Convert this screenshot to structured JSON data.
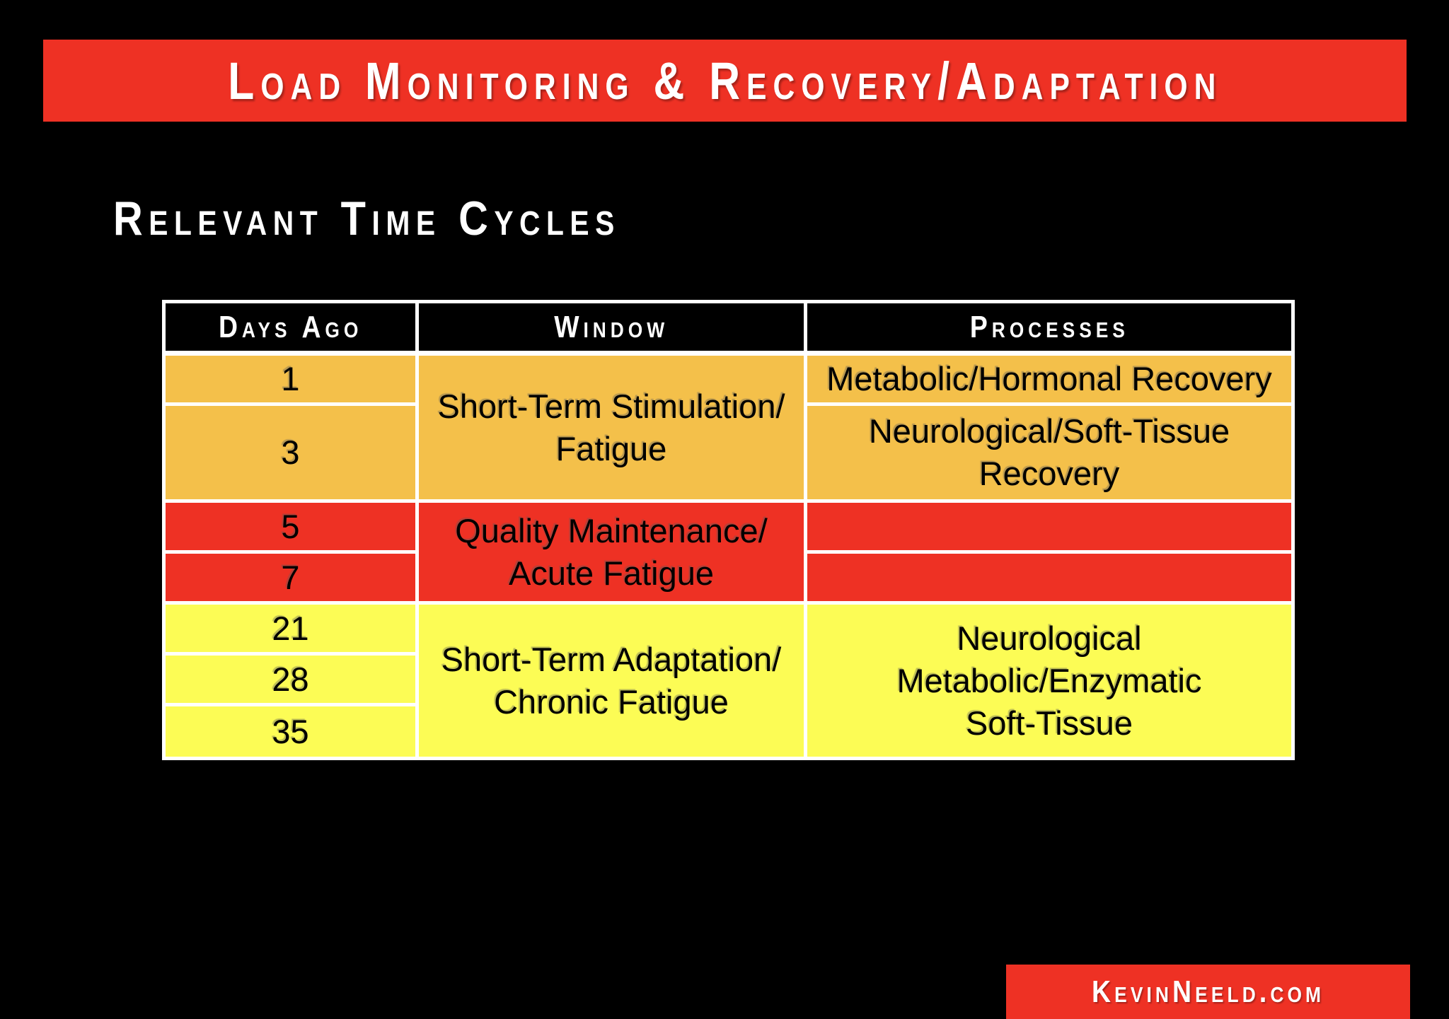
{
  "slide": {
    "title": "Load Monitoring & Recovery/Adaptation",
    "subtitle": "Relevant Time Cycles",
    "footer_site": "KevinNeeld.com",
    "colors": {
      "background": "#000000",
      "accent_red": "#EE3124",
      "orange_row": "#F4C04A",
      "red_row": "#EE3124",
      "yellow_row": "#FCFC55",
      "header_row_bg": "#000000",
      "table_border": "#FFFFFF"
    }
  },
  "table": {
    "headers": [
      "Days Ago",
      "Window",
      "Processes"
    ],
    "sections": [
      {
        "name": "short-term-stimulation",
        "color": "#F4C04A",
        "days": [
          "1",
          "3"
        ],
        "window_lines": [
          "Short-Term Stimulation/",
          "Fatigue"
        ],
        "process_lines_by_row": [
          [
            "Metabolic/Hormonal Recovery"
          ],
          [
            "Neurological/Soft-Tissue",
            "Recovery"
          ]
        ]
      },
      {
        "name": "quality-maintenance",
        "color": "#EE3124",
        "days": [
          "5",
          "7"
        ],
        "window_lines": [
          "Quality Maintenance/",
          "Acute Fatigue"
        ],
        "process_lines_by_row": [
          [],
          []
        ]
      },
      {
        "name": "short-term-adaptation",
        "color": "#FCFC55",
        "days": [
          "21",
          "28",
          "35"
        ],
        "window_lines": [
          "Short-Term Adaptation/",
          "Chronic Fatigue"
        ],
        "process_lines": [
          "Neurological",
          "Metabolic/Enzymatic",
          "Soft-Tissue"
        ]
      }
    ]
  }
}
